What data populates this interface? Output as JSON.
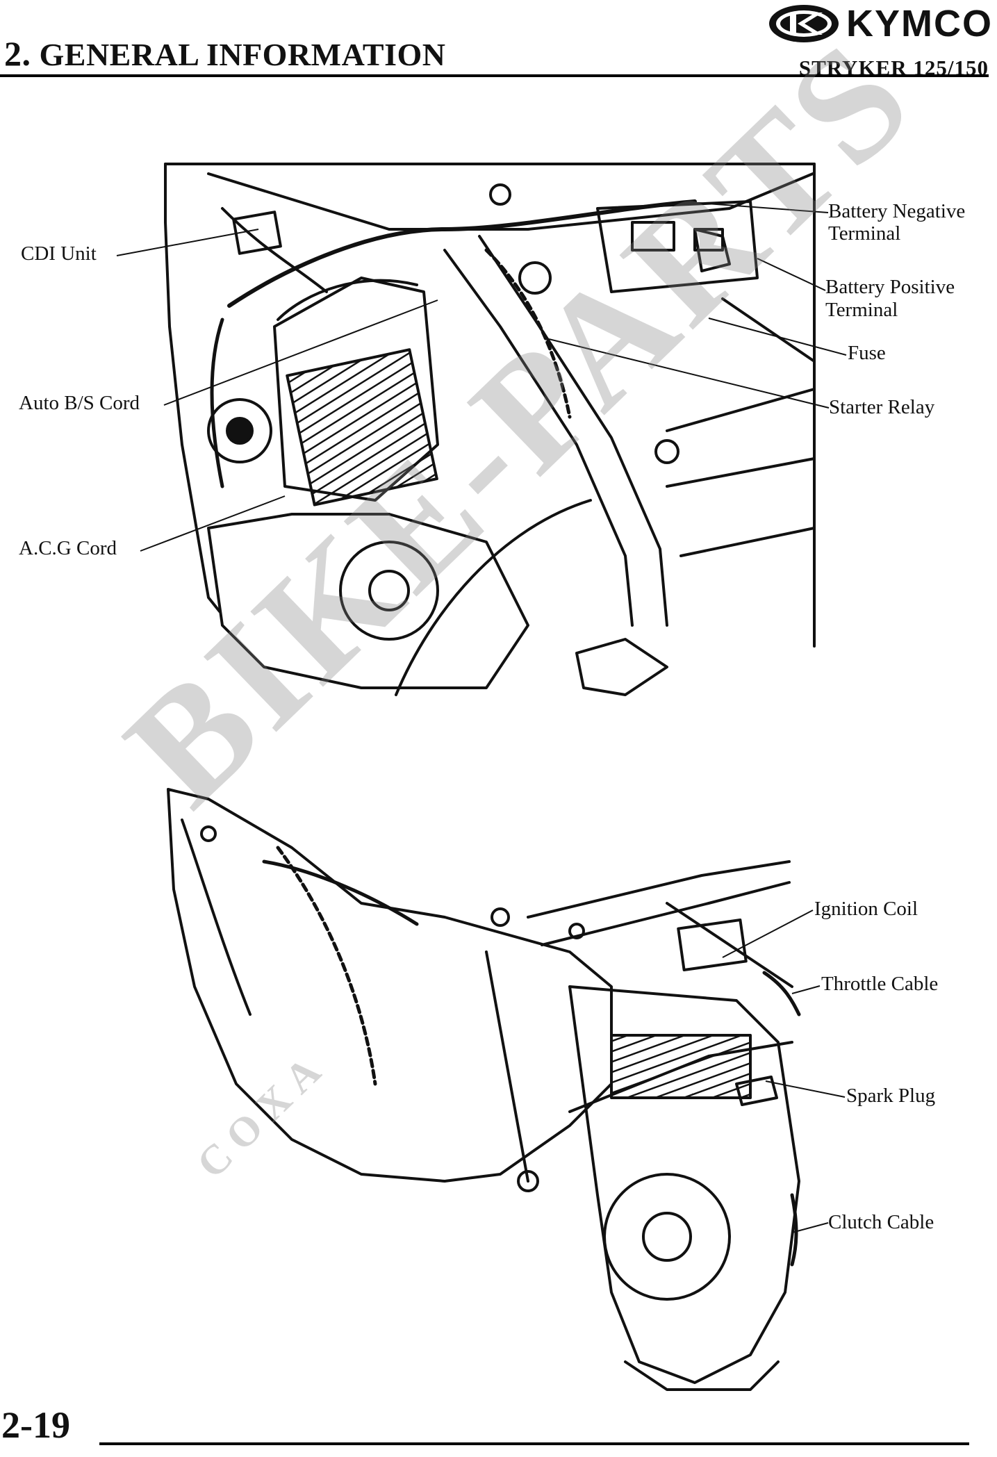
{
  "header": {
    "section_number": "2.",
    "section_title": "GENERAL INFORMATION",
    "model": "STRYKER 125/150",
    "brand": "KYMCO"
  },
  "figure_top": {
    "labels": {
      "cdi_unit": "CDI Unit",
      "auto_bs_cord": "Auto B/S Cord",
      "acg_cord": "A.C.G Cord",
      "battery_negative_1": "Battery Negative",
      "battery_negative_2": "Terminal",
      "battery_positive_1": "Battery Positive",
      "battery_positive_2": "Terminal",
      "fuse": "Fuse",
      "starter_relay": "Starter Relay"
    }
  },
  "figure_bottom": {
    "labels": {
      "ignition_coil": "Ignition Coil",
      "throttle_cable": "Throttle Cable",
      "spark_plug": "Spark Plug",
      "clutch_cable": "Clutch Cable"
    }
  },
  "watermark": {
    "main": "BIKE-PARTS",
    "sub": "COXA"
  },
  "footer": {
    "page_number": "2-19"
  }
}
